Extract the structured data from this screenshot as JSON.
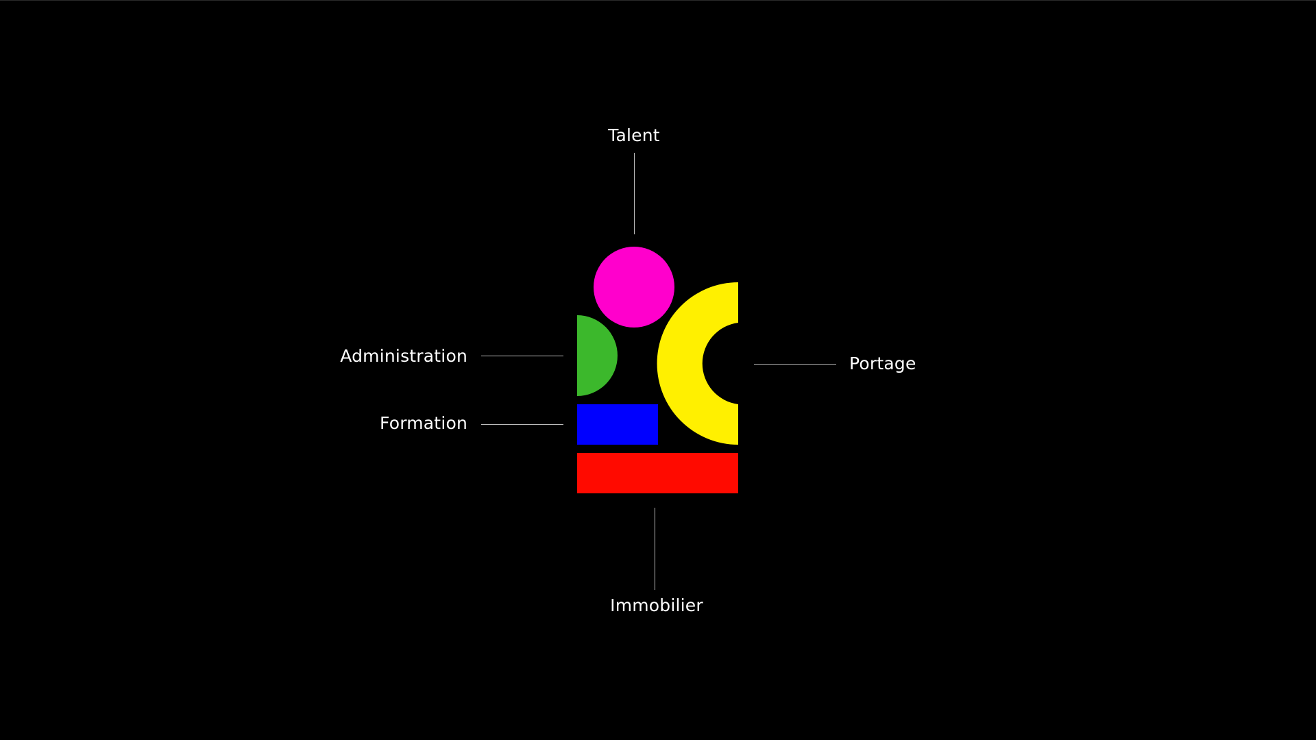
{
  "diagram": {
    "labels": {
      "talent": "Talent",
      "administration": "Administration",
      "formation": "Formation",
      "portage": "Portage",
      "immobilier": "Immobilier"
    },
    "colors": {
      "background": "#000000",
      "talent": "#FF00CC",
      "administration": "#3CB82C",
      "formation": "#0000FF",
      "portage": "#FFF000",
      "immobilier": "#FF0A00",
      "connector": "#BDBDBD",
      "text": "#FFFFFF"
    }
  }
}
